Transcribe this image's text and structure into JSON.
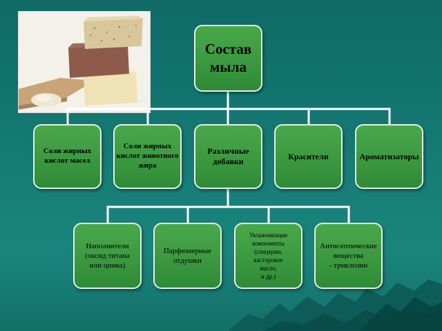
{
  "root": {
    "label": "Состав\nмыла"
  },
  "categories": [
    {
      "label": "Соли жирных\nкислот масел"
    },
    {
      "label": "Соли жирных\nкислот животного\nжира"
    },
    {
      "label": "Различные\nдобавки"
    },
    {
      "label": "Красители"
    },
    {
      "label": "Ароматизаторы"
    }
  ],
  "additives": [
    {
      "label": "Наполнители\n(оксид титана\nили цинка)"
    },
    {
      "label": "Парфюмерные\nотдушки"
    },
    {
      "label": "Увлажняющие\nкомпоненты\n(глицерин,\nкасторовое\nмасло,\nи др.)"
    },
    {
      "label": "Антисептические\nвещества\n- триклозин"
    }
  ],
  "colors": {
    "background": "#157a74",
    "box": "#3d9a41",
    "connector": "#ffffff"
  }
}
